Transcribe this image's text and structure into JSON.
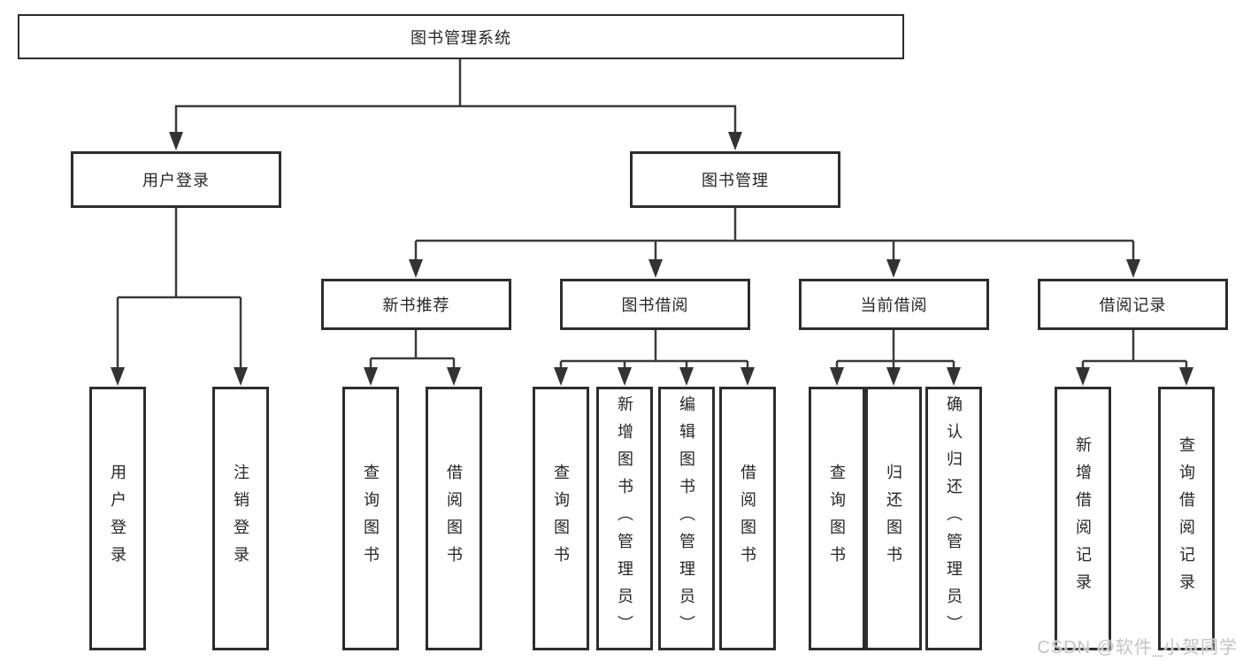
{
  "tree": {
    "label": "图书管理系统",
    "children": [
      {
        "label": "用户登录",
        "children": [
          {
            "label": "用户登录"
          },
          {
            "label": "注销登录"
          }
        ]
      },
      {
        "label": "图书管理",
        "children": [
          {
            "label": "新书推荐",
            "children": [
              {
                "label": "查询图书"
              },
              {
                "label": "借阅图书"
              }
            ]
          },
          {
            "label": "图书借阅",
            "children": [
              {
                "label": "查询图书"
              },
              {
                "label": "新增图书（管理员）"
              },
              {
                "label": "编辑图书（管理员）"
              },
              {
                "label": "借阅图书"
              }
            ]
          },
          {
            "label": "当前借阅",
            "children": [
              {
                "label": "查询图书"
              },
              {
                "label": "归还图书"
              },
              {
                "label": "确认归还（管理员）"
              }
            ]
          },
          {
            "label": "借阅记录",
            "children": [
              {
                "label": "新增借阅记录"
              },
              {
                "label": "查询借阅记录"
              }
            ]
          }
        ]
      }
    ]
  },
  "watermark": {
    "text": "CSDN @软件_小贺同学"
  },
  "colors": {
    "background": "#ffffff",
    "node_border": "#2d2d2d",
    "connector": "#3a3a3a",
    "node_text": "#262626",
    "watermark_text": "#c4c4c4"
  }
}
